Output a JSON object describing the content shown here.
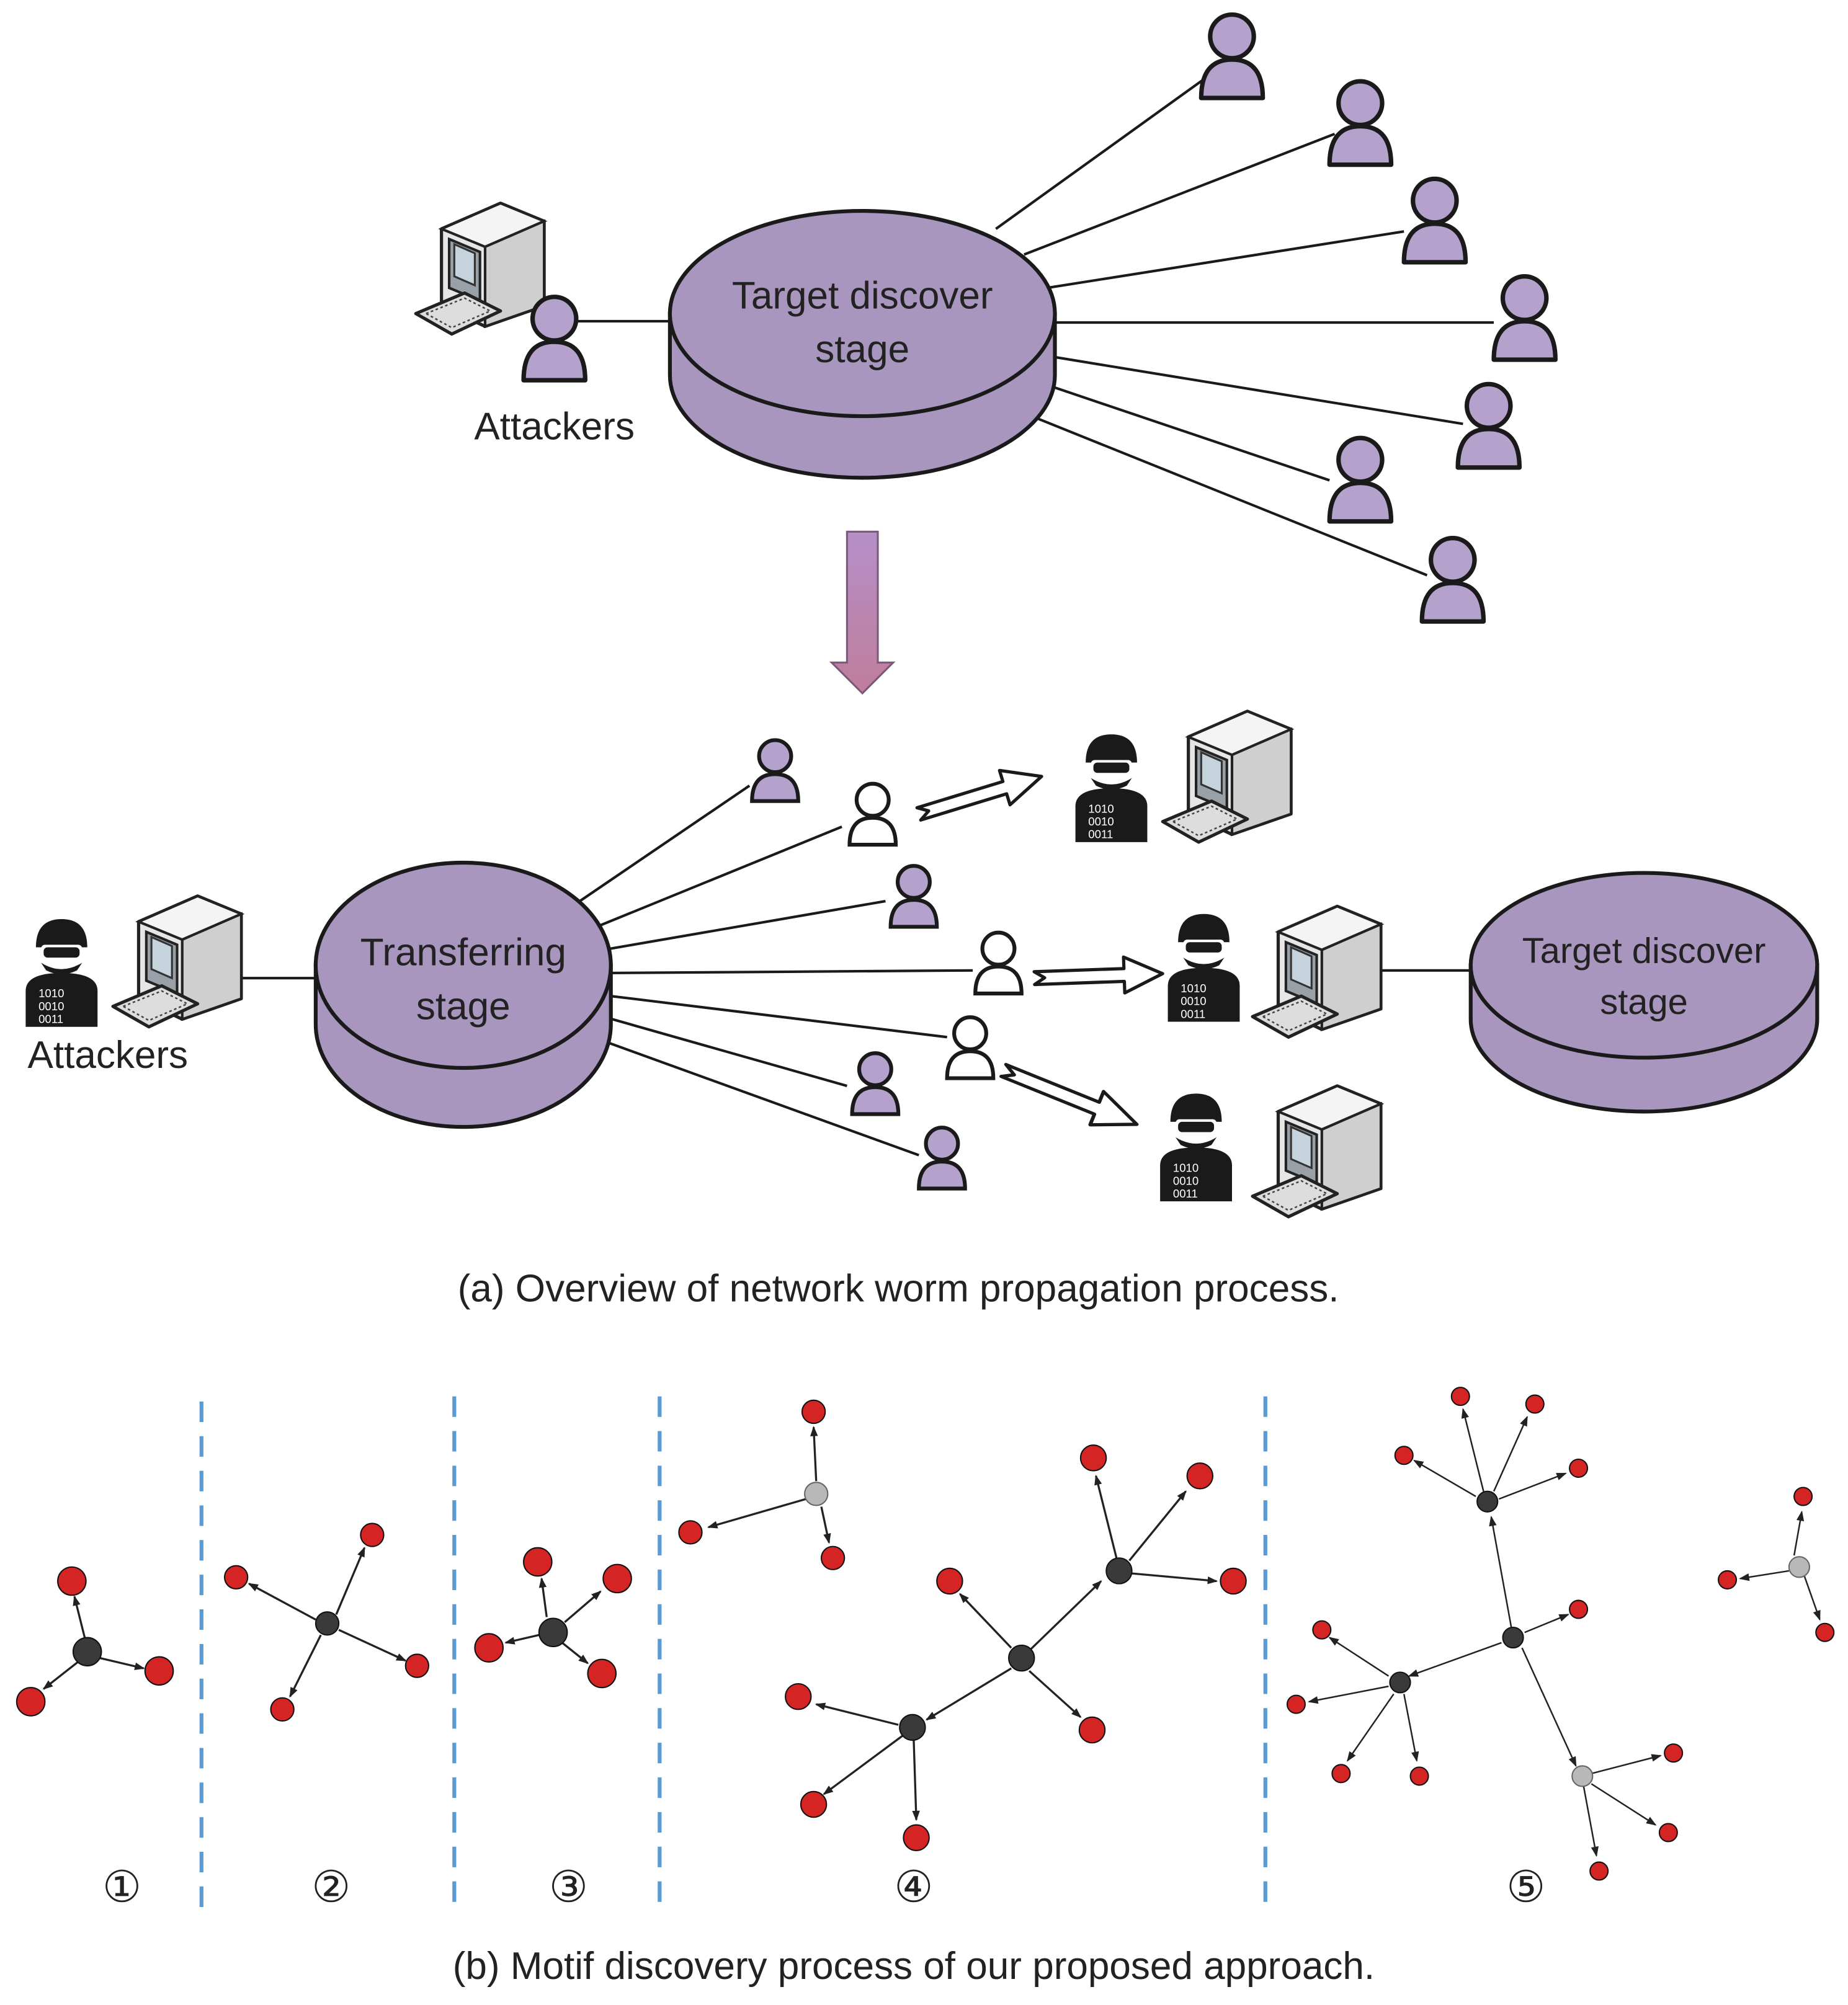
{
  "panel_a": {
    "top": {
      "attacker_label": "Attackers",
      "stage_line1": "Target discover",
      "stage_line2": "stage"
    },
    "bottom": {
      "attacker_label": "Attackers",
      "transfer_line1": "Transferring",
      "transfer_line2": "stage",
      "target_line1": "Target discover",
      "target_line2": "stage"
    },
    "caption": "(a) Overview of network worm propagation process."
  },
  "panel_b": {
    "steps": [
      "①",
      "②",
      "③",
      "④",
      "⑤"
    ],
    "caption": "(b) Motif discovery process of our proposed approach."
  },
  "colors": {
    "stage_fill": "#a996bf",
    "stage_side": "#9a86b0",
    "user_fill": "#b5a2cc",
    "arrow_top": "#b58fc9",
    "arrow_bottom": "#c07d9a",
    "node_leaf": "#d42424",
    "node_hub": "#3a3a3a",
    "node_grey": "#b8b8b8",
    "separator": "#5b9bd5"
  },
  "icons": [
    "computer-icon",
    "user-icon",
    "hacker-icon",
    "hollow-arrow-icon",
    "down-arrow-icon"
  ]
}
